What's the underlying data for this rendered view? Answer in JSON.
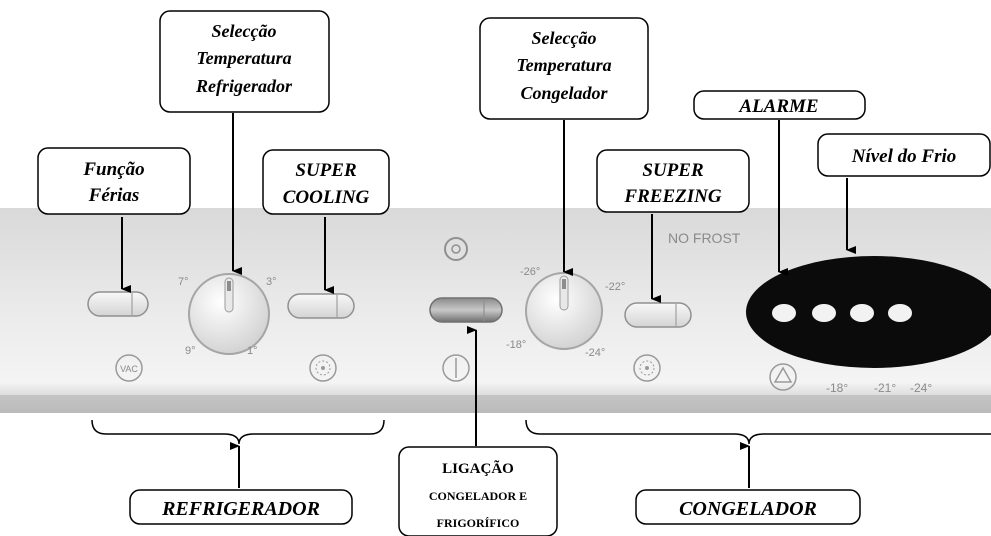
{
  "callouts": {
    "funcao_ferias": [
      "Função",
      "Férias"
    ],
    "seleccao_refrigerador": [
      "Selecção",
      "Temperatura",
      "Refrigerador"
    ],
    "super_cooling": [
      "SUPER",
      "COOLING"
    ],
    "seleccao_congelador": [
      "Selecção",
      "Temperatura",
      "Congelador"
    ],
    "super_freezing": [
      "SUPER",
      "FREEZING"
    ],
    "alarme": "ALARME",
    "nivel_frio": "Nível do Frio",
    "refrigerador": "REFRIGERADOR",
    "congelador": "CONGELADOR",
    "ligacao": [
      "LIGAÇÃO",
      "CONGELADOR E",
      "FRIGORÍFICO"
    ]
  },
  "panel": {
    "no_frost": "NO FROST",
    "fridge_dial_labels": {
      "top_left": "7°",
      "top_right": "3°",
      "bottom_left": "9°",
      "bottom_right": "1°"
    },
    "freezer_dial_labels": {
      "top_left": "-26°",
      "top_right": "-22°",
      "bottom_left": "-18°",
      "bottom_right": "-24°"
    },
    "vac_label": "VAC",
    "level_labels": [
      "-18°",
      "-21°",
      "-24°"
    ]
  }
}
